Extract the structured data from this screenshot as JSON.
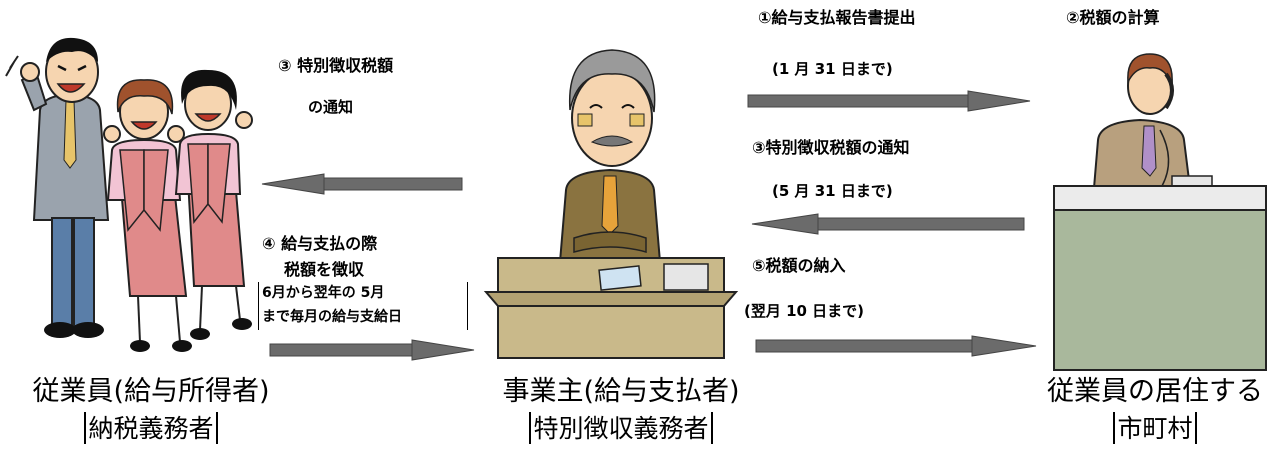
{
  "labels": {
    "step1": "①給与支払報告書提出",
    "step1_date": "(1 月 31 日まで)",
    "step2": "②税額の計算",
    "step3_right": "③特別徴収税額の通知",
    "step3_right_date": "(5 月 31 日まで)",
    "step3_left_line1": "③ 特別徴収税額",
    "step3_left_line2": "の通知",
    "step4_line1": "④ 給与支払の際",
    "step4_line2": "税額を徴収",
    "step4_note_line1": "6月から翌年の 5月",
    "step4_note_line2": "まで毎月の給与支給日",
    "step5": "⑤税額の納入",
    "step5_date": "(翌月 10 日まで)"
  },
  "actors": {
    "employee": {
      "name": "従業員(給与所得者)",
      "role": "納税義務者"
    },
    "employer": {
      "name": "事業主(給与支払者)",
      "role": "特別徴収義務者"
    },
    "municipality": {
      "name": "従業員の居住する",
      "role": "市町村"
    }
  },
  "colors": {
    "arrow": "#6b6b6b",
    "suit_gray": "#9aa3ad",
    "suit_olive": "#8a7340",
    "dress_pink": "#e08a8a",
    "desk": "#c9b98a",
    "counter": "#a9b89c",
    "skin": "#f6d5b0"
  }
}
